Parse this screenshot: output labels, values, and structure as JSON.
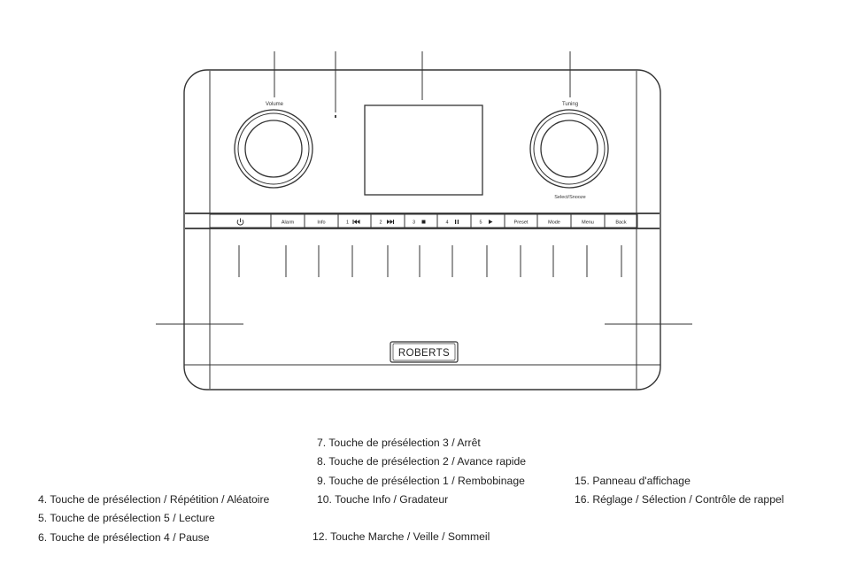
{
  "device": {
    "knob_left_label": "Volume",
    "knob_right_label": "Tuning",
    "knob_right_sublabel": "Select/Snooze",
    "logo_text": "ROBERTS",
    "buttons": [
      {
        "label": "",
        "icon": "power-icon"
      },
      {
        "label": "Alarm"
      },
      {
        "label": "Info"
      },
      {
        "label": "1",
        "icon": "rewind-icon"
      },
      {
        "label": "2",
        "icon": "fast-forward-icon"
      },
      {
        "label": "3",
        "icon": "stop-icon"
      },
      {
        "label": "4",
        "icon": "pause-icon"
      },
      {
        "label": "5",
        "icon": "play-icon"
      },
      {
        "label": "Preset"
      },
      {
        "label": "Mode"
      },
      {
        "label": "Menu"
      },
      {
        "label": "Back"
      }
    ]
  },
  "legend": {
    "col1": [
      "4. Touche de présélection / Répétition / Aléatoire",
      "5. Touche de présélection 5 / Lecture",
      "6. Touche de présélection 4 / Pause"
    ],
    "col2_top": [
      "7. Touche de présélection 3 / Arrêt",
      "8. Touche de présélection 2 / Avance rapide",
      "9. Touche de présélection 1 / Rembobinage",
      "10. Touche Info / Gradateur"
    ],
    "col2_bottom": "12. Touche Marche / Veille / Sommeil",
    "col3": [
      "15. Panneau d'affichage",
      "16. Réglage / Sélection / Contrôle de rappel"
    ]
  }
}
